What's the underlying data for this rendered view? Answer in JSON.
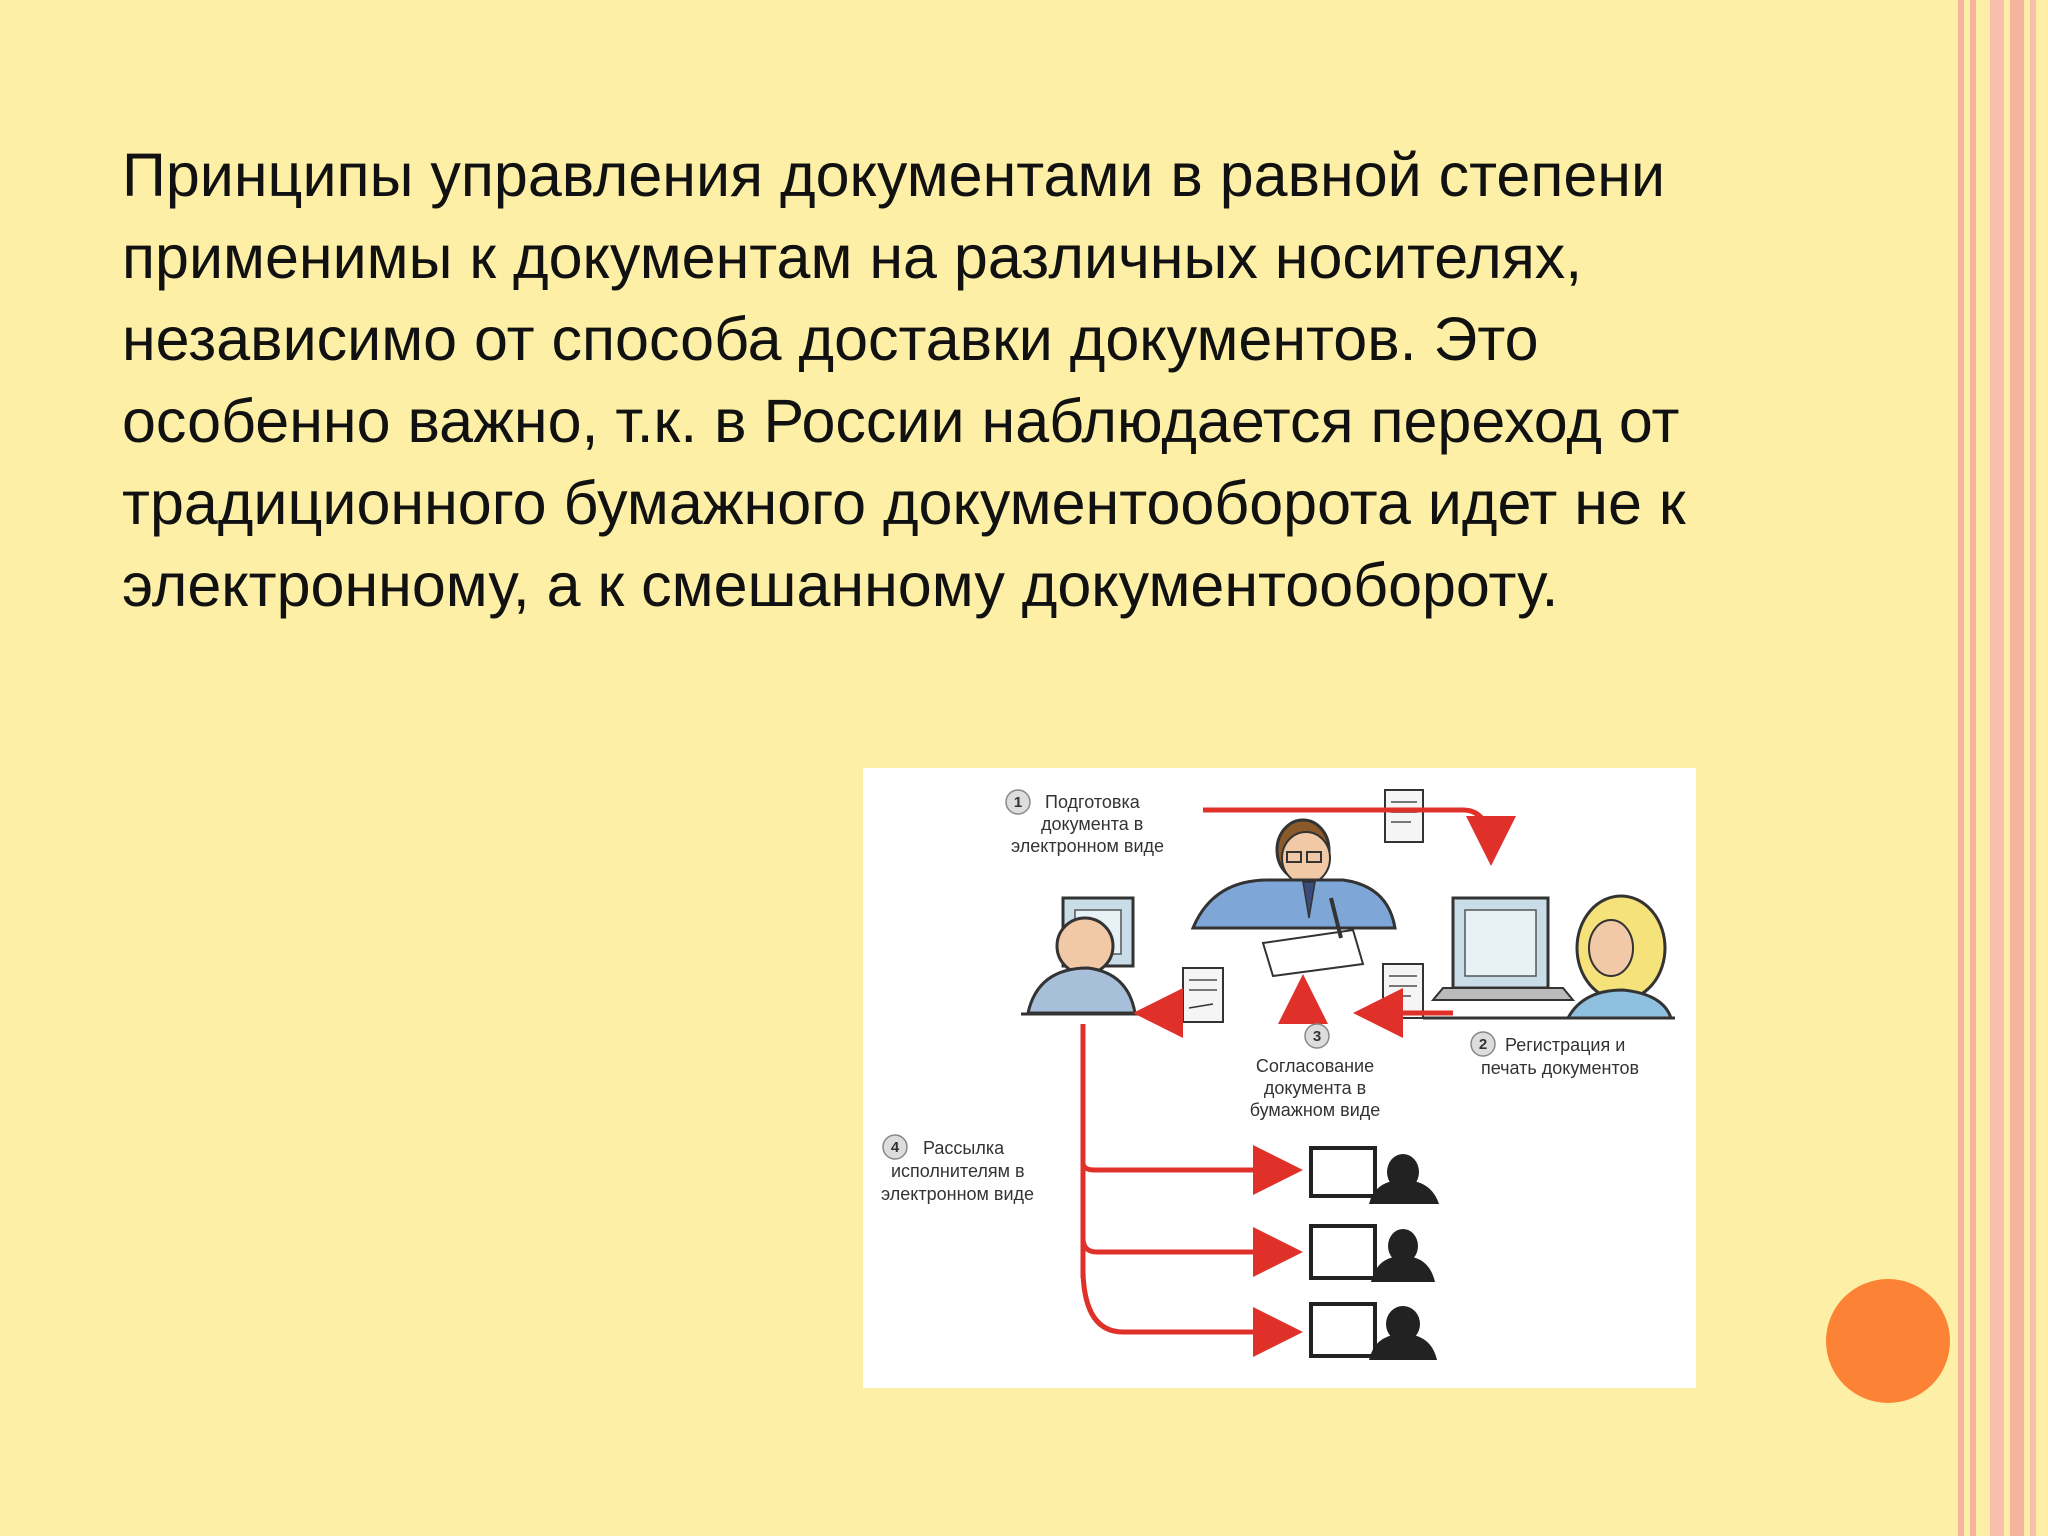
{
  "slide": {
    "body_text": "Принципы управления документами в равной степени применимы к документам на различных носителях, независимо от способа доставки документов. Это особенно важно, т.к. в России наблюдается переход от традиционного бумажного документооборота идет не к электронному, а к смешанному документообороту."
  },
  "diagram": {
    "steps": [
      {
        "number": "1",
        "lines": [
          "Подготовка",
          "документа в",
          "электронном виде"
        ]
      },
      {
        "number": "2",
        "lines": [
          "Регистрация и",
          "печать документов"
        ]
      },
      {
        "number": "3",
        "lines": [
          "Согласование",
          "документа в",
          "бумажном виде"
        ]
      },
      {
        "number": "4",
        "lines": [
          "Рассылка",
          "исполнителям в",
          "электронном виде"
        ]
      }
    ]
  },
  "colors": {
    "background": "#fdf0a6",
    "stripe": "#f6b39e",
    "accent_circle": "#fc8336",
    "arrow": "#e0302a"
  },
  "decorations": [
    "orange-circle",
    "right-border-stripes"
  ]
}
